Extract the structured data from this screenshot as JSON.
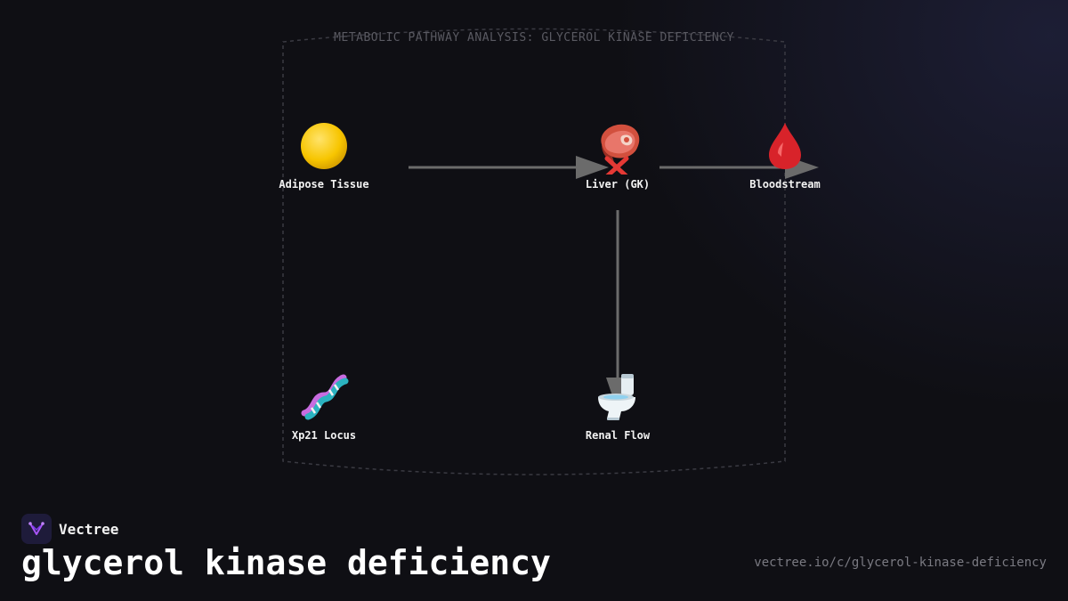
{
  "diagram": {
    "frame_title": "METABOLIC PATHWAY ANALYSIS: GLYCEROL KINASE DEFICIENCY",
    "nodes": [
      {
        "id": "adipose",
        "label": "Adipose Tissue",
        "icon": "butter-fat-icon"
      },
      {
        "id": "liver",
        "label": "Liver (GK)",
        "icon": "meat-icon"
      },
      {
        "id": "blood",
        "label": "Bloodstream",
        "icon": "blood-drop-icon"
      },
      {
        "id": "xp21",
        "label": "Xp21 Locus",
        "icon": "dna-icon"
      },
      {
        "id": "renal",
        "label": "Renal Flow",
        "icon": "toilet-icon"
      }
    ],
    "edges": [
      {
        "from": "adipose",
        "to": "liver"
      },
      {
        "from": "liver",
        "to": "blood"
      },
      {
        "from": "liver",
        "to": "renal"
      }
    ],
    "blocked_node": "liver",
    "colors": {
      "arrow": "#6b6b6b",
      "block_mark": "#e53935",
      "frame": "#3a3a42"
    }
  },
  "brand": {
    "name": "Vectree"
  },
  "page": {
    "title": "glycerol kinase deficiency",
    "url": "vectree.io/c/glycerol-kinase-deficiency"
  }
}
